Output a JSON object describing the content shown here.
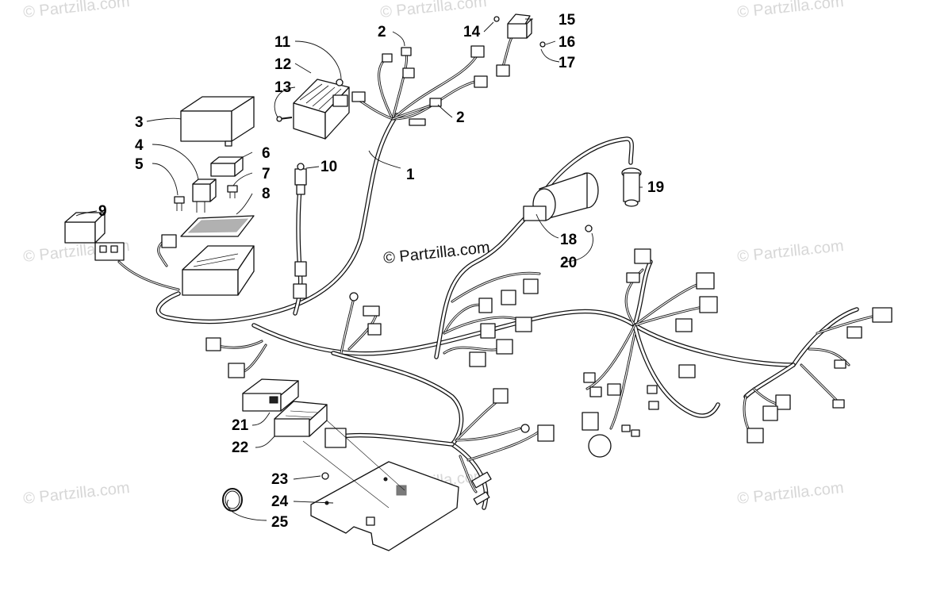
{
  "watermark": {
    "text": "© Partzilla.com",
    "center_text": "© Partzilla.com"
  },
  "callouts": [
    "1",
    "2",
    "2",
    "3",
    "4",
    "5",
    "6",
    "7",
    "8",
    "9",
    "10",
    "11",
    "12",
    "13",
    "14",
    "15",
    "16",
    "17",
    "18",
    "19",
    "20",
    "21",
    "22",
    "23",
    "24",
    "25"
  ]
}
